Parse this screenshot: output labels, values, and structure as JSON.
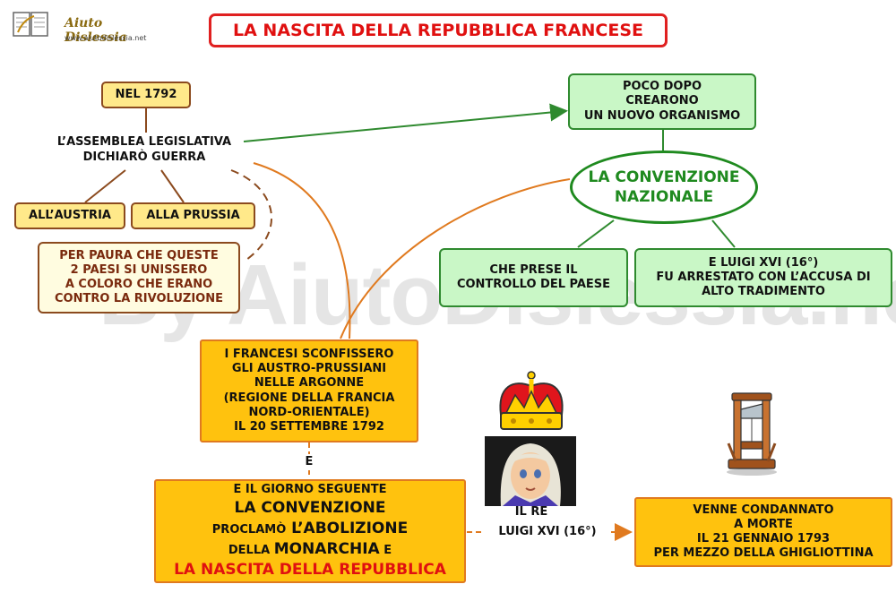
{
  "logo": {
    "name": "Aiuto Dislessia",
    "url": "www.aiutodislessia.net"
  },
  "title": "LA NASCITA DELLA REPUBBLICA FRANCESE",
  "watermark": "By AiutoDislessia.net",
  "nodes": {
    "nel1792": "NEL  1792",
    "assemblea": [
      "L’ASSEMBLEA  LEGISLATIVA",
      "DICHIARÒ GUERRA"
    ],
    "austria": "ALL’AUSTRIA",
    "prussia": "ALLA  PRUSSIA",
    "paura": [
      "PER PAURA CHE QUESTE",
      "2 PAESI SI UNISSERO",
      "A COLORO CHE ERANO",
      "CONTRO LA RIVOLUZIONE"
    ],
    "poco_dopo": [
      "POCO DOPO",
      "CREARONO",
      "UN NUOVO ORGANISMO"
    ],
    "convenzione": [
      "LA CONVENZIONE",
      "NAZIONALE"
    ],
    "controllo": [
      "CHE PRESE IL",
      "CONTROLLO DEL PAESE"
    ],
    "luigi_arrestato": [
      "E LUIGI XVI (16°)",
      "FU ARRESTATO CON L’ACCUSA DI",
      "ALTO TRADIMENTO"
    ],
    "francesi": [
      "I FRANCESI SCONFISSERO",
      "GLI  AUSTRO-PRUSSIANI",
      "NELLE ARGONNE",
      "(REGIONE  DELLA  FRANCIA",
      "NORD-ORIENTALE)",
      "IL  20  SETTEMBRE 1792"
    ],
    "connector_e": "E",
    "giorno": {
      "l1": "E IL GIORNO SEGUENTE",
      "l2": "LA CONVENZIONE",
      "l3a": "PROCLAMÒ",
      "l3b": " L’ABOLIZIONE",
      "l4a": "DELLA ",
      "l4b": "MONARCHIA",
      "l4c": " E",
      "l5": "LA NASCITA DELLA REPUBBLICA"
    },
    "il_re": "IL RE",
    "luigi_xvi": "LUIGI XVI (16°)",
    "condannato": [
      "VENNE  CONDANNATO",
      "A MORTE",
      "IL 21 GENNAIO 1793",
      "PER MEZZO DELLA GHIGLIOTTINA"
    ]
  },
  "colors": {
    "title_red": "#e01010",
    "green_border": "#2f8a2f",
    "green_fill": "#c9f7c6",
    "yellow_fill": "#ffe98a",
    "orange_fill": "#ffc20e",
    "orange_line": "#e07a1f",
    "brown_line": "#8b4a1e"
  }
}
